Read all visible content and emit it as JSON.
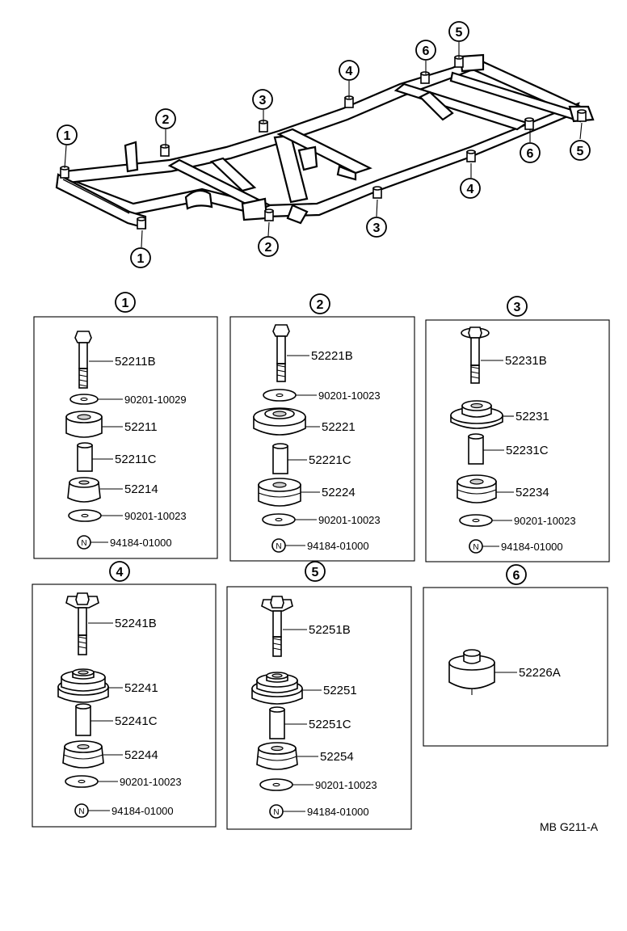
{
  "frame_callouts": {
    "c1a": "1",
    "c1b": "1",
    "c2a": "2",
    "c2b": "2",
    "c3a": "3",
    "c3b": "3",
    "c4a": "4",
    "c4b": "4",
    "c5a": "5",
    "c5b": "5",
    "c6a": "6",
    "c6b": "6"
  },
  "groups": {
    "g1": {
      "number": "1",
      "bolt": "52211B",
      "washer_top": "90201-10029",
      "cushion_upper": "52211",
      "collar": "52211C",
      "cushion_lower": "52214",
      "washer_bottom": "90201-10023",
      "nut_symbol": "N",
      "nut": "94184-01000"
    },
    "g2": {
      "number": "2",
      "bolt": "52221B",
      "washer_top": "90201-10023",
      "cushion_upper": "52221",
      "collar": "52221C",
      "cushion_lower": "52224",
      "washer_bottom": "90201-10023",
      "nut_symbol": "N",
      "nut": "94184-01000"
    },
    "g3": {
      "number": "3",
      "bolt": "52231B",
      "cushion_upper": "52231",
      "collar": "52231C",
      "cushion_lower": "52234",
      "washer_bottom": "90201-10023",
      "nut_symbol": "N",
      "nut": "94184-01000"
    },
    "g4": {
      "number": "4",
      "bolt": "52241B",
      "cushion_upper": "52241",
      "collar": "52241C",
      "cushion_lower": "52244",
      "washer_bottom": "90201-10023",
      "nut_symbol": "N",
      "nut": "94184-01000"
    },
    "g5": {
      "number": "5",
      "bolt": "52251B",
      "cushion_upper": "52251",
      "collar": "52251C",
      "cushion_lower": "52254",
      "washer_bottom": "90201-10023",
      "nut_symbol": "N",
      "nut": "94184-01000"
    },
    "g6": {
      "number": "6",
      "cushion": "52226A"
    }
  },
  "reference_code": "MB G211-A"
}
